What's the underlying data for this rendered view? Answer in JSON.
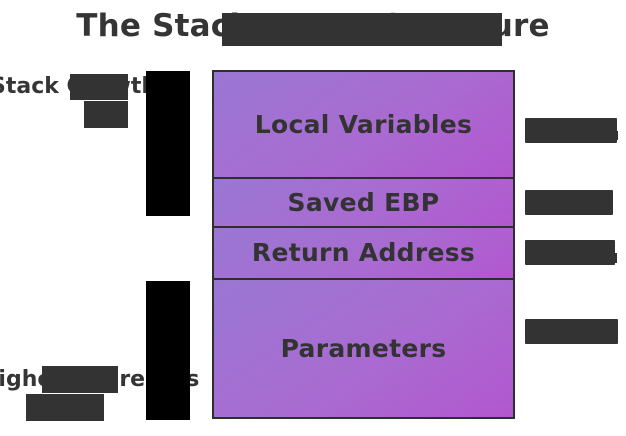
{
  "diagram": {
    "title": "The Stack Frame Structure",
    "title_visible_prefix": "T",
    "title_visible_suffix": "e",
    "type": "stack-frame-diagram"
  },
  "stack": {
    "cells": [
      {
        "label": "Local Variables",
        "order": 1
      },
      {
        "label": "Saved EBP",
        "order": 2
      },
      {
        "label": "Return Address",
        "order": 3
      },
      {
        "label": "Parameters",
        "order": 4
      }
    ],
    "border_color": "#2e2e2e",
    "fill_gradient_from": "#9a77d2",
    "fill_gradient_to": "#b257cf"
  },
  "left_labels": {
    "growth": "Stack Growth",
    "addresses": "Higher Addresses",
    "redaction_color": "#000000"
  },
  "right_annotations": [
    {
      "id": 1,
      "redacted": true,
      "aligned_to": "Local Variables"
    },
    {
      "id": 2,
      "redacted": true,
      "aligned_to": "Saved EBP"
    },
    {
      "id": 3,
      "redacted": true,
      "aligned_to": "Return Address"
    },
    {
      "id": 4,
      "redacted": true,
      "aligned_to": "Parameters"
    }
  ],
  "colors": {
    "background": "#ffffff",
    "text": "#333333",
    "redaction": "#333333"
  }
}
